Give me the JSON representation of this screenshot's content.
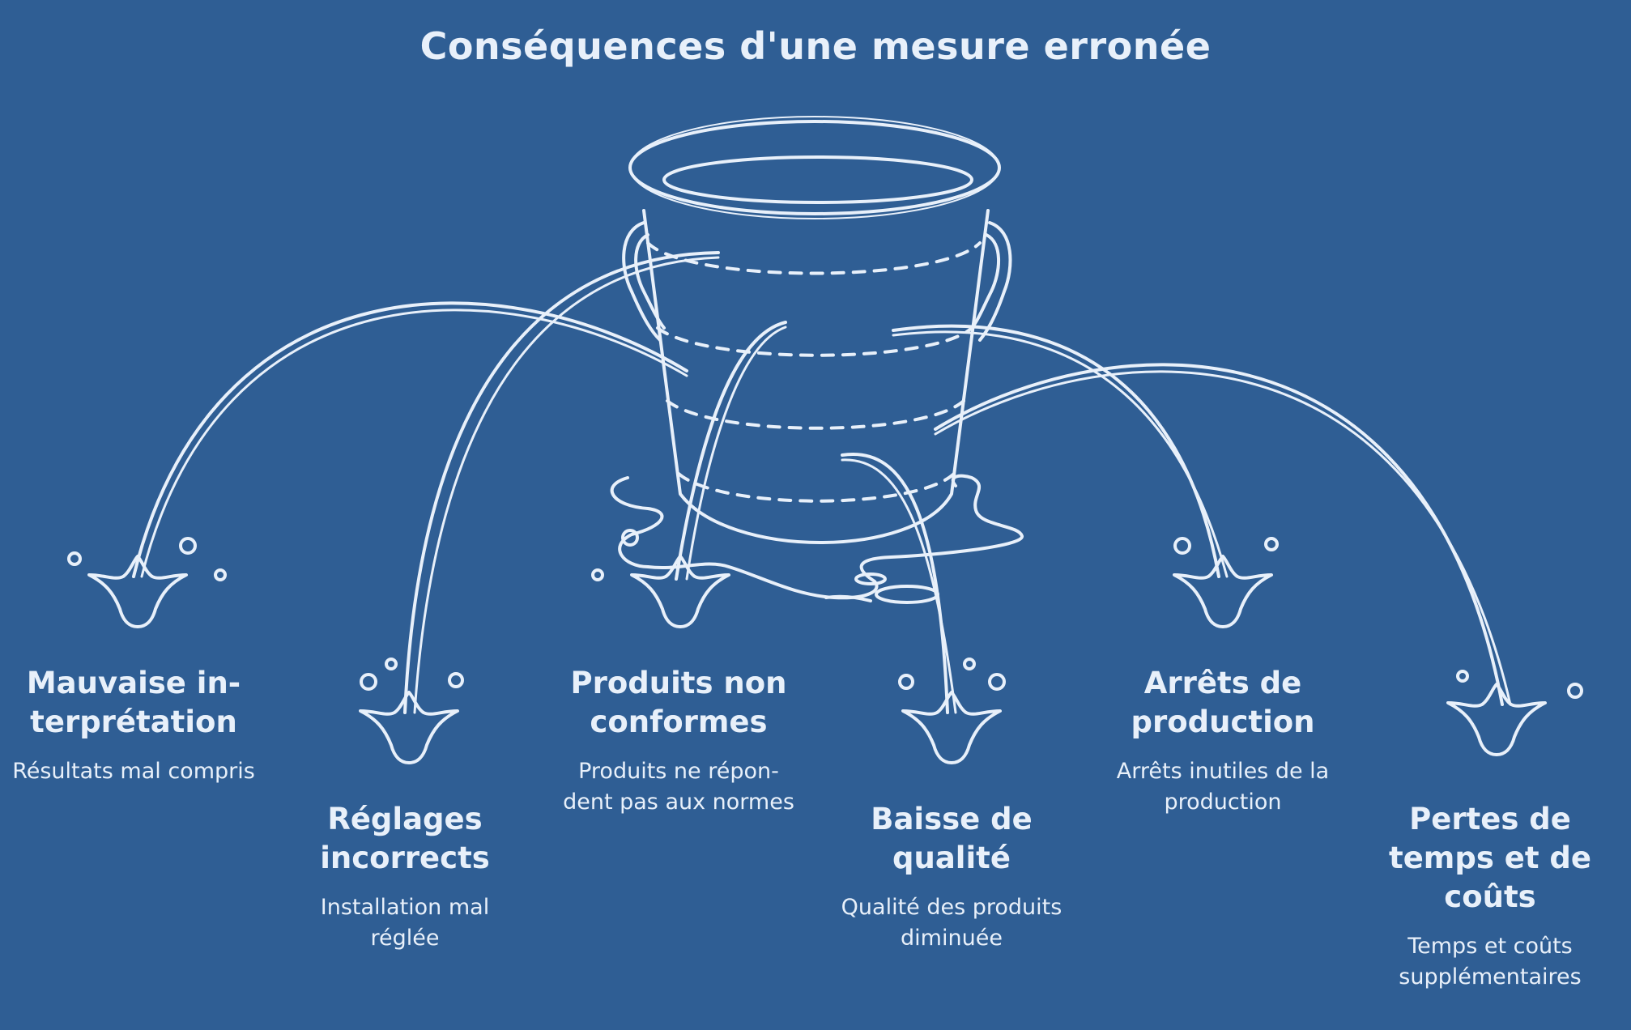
{
  "title": "Conséquences d'une mesure erronée",
  "colors": {
    "background": "#2f5e94",
    "line": "#e8f0fa"
  },
  "icon": "leaking-bucket-icon",
  "consequences": [
    {
      "title": "Mauvaise in-terprétation",
      "description": "Résultats mal compris"
    },
    {
      "title": "Réglages incorrects",
      "description": "Installation mal réglée"
    },
    {
      "title": "Produits non conformes",
      "description": "Produits ne répon-dent pas aux normes"
    },
    {
      "title": "Baisse de qualité",
      "description": "Qualité des produits diminuée"
    },
    {
      "title": "Arrêts de production",
      "description": "Arrêts inutiles de la production"
    },
    {
      "title": "Pertes de temps et de coûts",
      "description": "Temps et coûts supplémentaires"
    }
  ]
}
